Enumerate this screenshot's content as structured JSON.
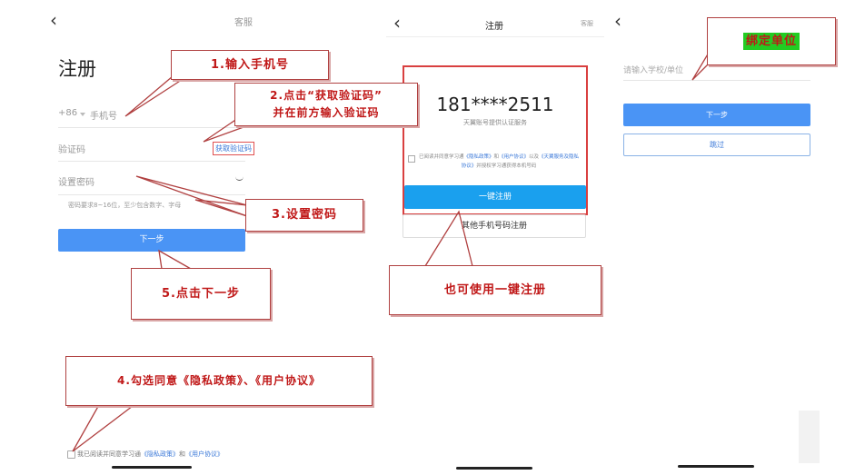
{
  "left": {
    "back_icon": "‹",
    "service_label": "客服",
    "title": "注册",
    "phone_prefix": "+86",
    "phone_placeholder": "手机号",
    "code_placeholder": "验证码",
    "get_code_label": "获取验证码",
    "password_placeholder": "设置密码",
    "password_hint": "密码要求8~16位，至少包含数字、字母",
    "next_label": "下一步",
    "agree_prefix": "我已阅读并同意学习通",
    "privacy_link": "《隐私政策》",
    "and_text": "和",
    "user_agreement_link": "《用户协议》"
  },
  "middle": {
    "back_icon": "‹",
    "title": "注册",
    "service_label": "客服",
    "masked_phone": "181****2511",
    "provider_text": "天翼账号提供认证服务",
    "agree_prefix": "已阅读并同意学习通",
    "privacy_link": "《隐私政策》",
    "and_text": "和",
    "user_agreement_link": "《用户协议》",
    "and2_text": "以及",
    "tianyi_link": "《天翼服务及隐私协议》",
    "agree_suffix": "并授权学习通获得本机号码",
    "one_click_label": "一键注册",
    "other_phone_label": "其他手机号码注册"
  },
  "right": {
    "back_icon": "‹",
    "unit_placeholder": "请输入学校/单位",
    "next_label": "下一步",
    "skip_label": "跳过"
  },
  "callouts": {
    "step1": "1.输入手机号",
    "step2_line1": "2.点击“获取验证码”",
    "step2_line2": "并在前方输入验证码",
    "step3": "3.设置密码",
    "step4": "4.勾选同意《隐私政策》、《用户协议》",
    "step5": "5.点击下一步",
    "one_click": "也可使用一键注册",
    "bind_unit": "绑定单位"
  },
  "colors": {
    "primary_blue": "#4a94f5",
    "callout_red": "#c01818",
    "highlight_green": "#22cc22",
    "link_blue": "#3a78d8"
  }
}
